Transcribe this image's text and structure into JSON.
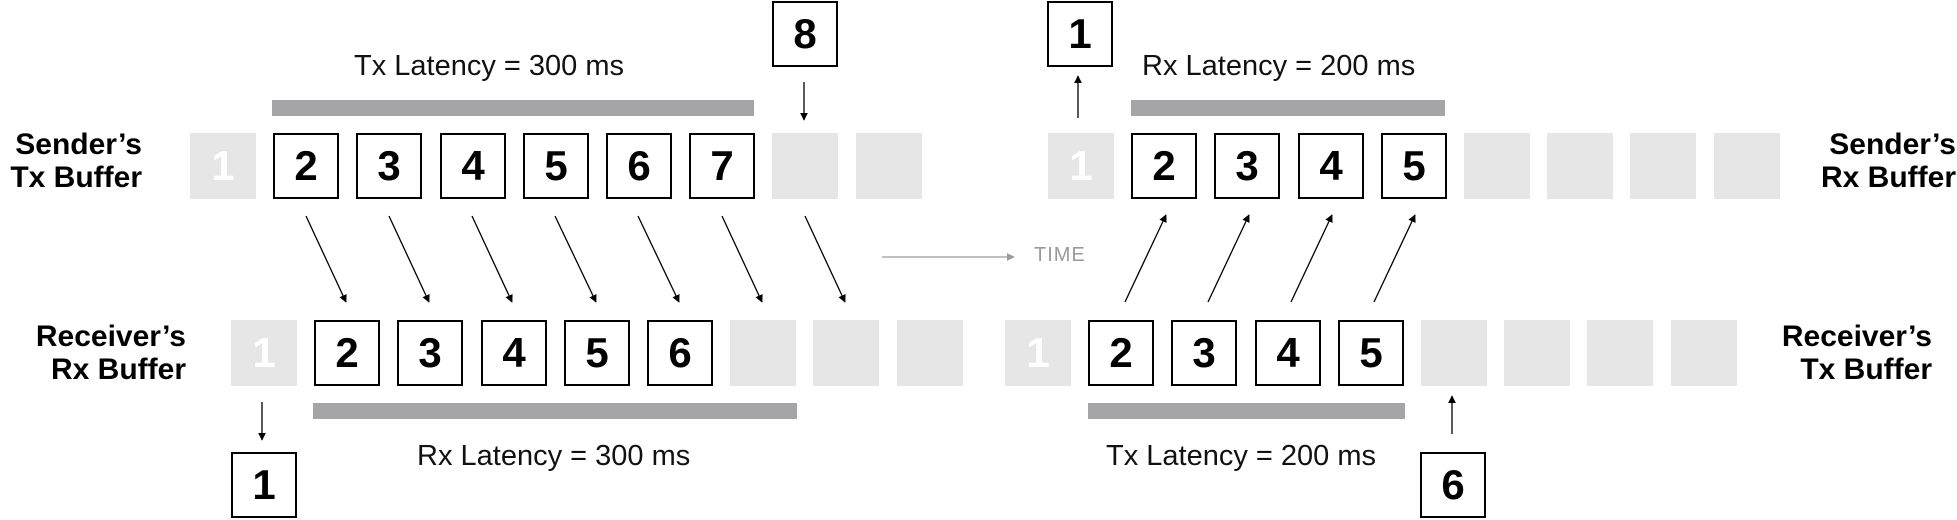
{
  "labels": {
    "sender_tx": [
      "Sender’s",
      "Tx Buffer"
    ],
    "sender_rx": [
      "Sender’s",
      "Rx Buffer"
    ],
    "receiver_rx": [
      "Receiver’s",
      "Rx Buffer"
    ],
    "receiver_tx": [
      "Receiver’s",
      "Tx Buffer"
    ]
  },
  "latency": {
    "sender_tx": "Tx Latency = 300 ms",
    "sender_rx": "Rx Latency = 200 ms",
    "receiver_rx": "Rx Latency = 300 ms",
    "receiver_tx": "Tx Latency = 200 ms"
  },
  "time_label": "TIME",
  "sender_tx_cells": [
    "1",
    "2",
    "3",
    "4",
    "5",
    "6",
    "7",
    "",
    ""
  ],
  "sender_rx_cells": [
    "1",
    "2",
    "3",
    "4",
    "5",
    "",
    "",
    "",
    ""
  ],
  "receiver_rx_cells": [
    "1",
    "2",
    "3",
    "4",
    "5",
    "6",
    "",
    "",
    ""
  ],
  "receiver_tx_cells": [
    "1",
    "2",
    "3",
    "4",
    "5",
    "",
    "",
    "",
    ""
  ],
  "boxes": {
    "incoming_to_sender_tx": "8",
    "outgoing_from_sender_rx": "1",
    "outgoing_from_receiver_rx": "1",
    "incoming_to_receiver_tx": "6"
  },
  "colors": {
    "ghost_cell": "#e6e6e6",
    "empty_cell": "#e6e6e6",
    "latency_bar": "#a5a5a8",
    "time_arrow": "#9a9a9a"
  }
}
